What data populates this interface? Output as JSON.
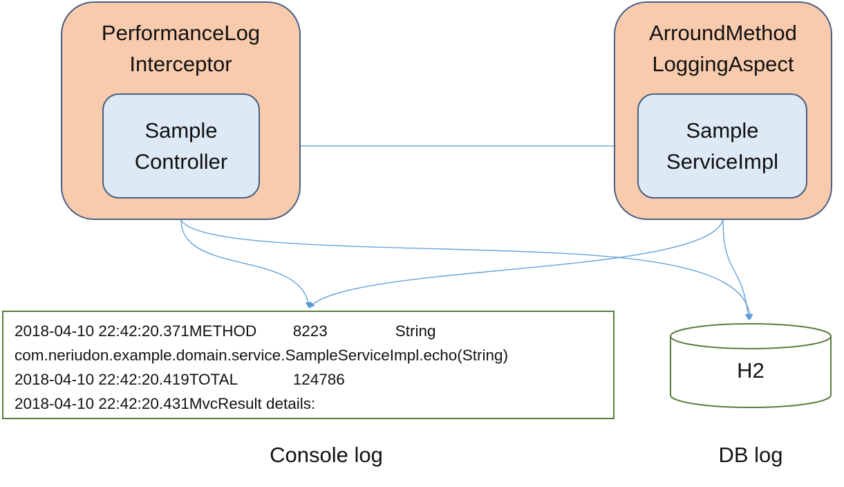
{
  "interceptor": {
    "title": "PerformanceLog\nInterceptor",
    "inner": "Sample\nController"
  },
  "aspect": {
    "title": "ArroundMethod\nLoggingAspect",
    "inner": "Sample\nServiceImpl"
  },
  "console": {
    "lines": [
      {
        "time": "2018-04-10 22:42:20.371",
        "type": "METHOD",
        "value": "8223",
        "extra": "String"
      },
      {
        "text": "com.neriudon.example.domain.service.SampleServiceImpl.echo(String)"
      },
      {
        "time": "2018-04-10 22:42:20.419",
        "type": "TOTAL",
        "value": "124786"
      },
      {
        "time": "2018-04-10 22:42:20.431",
        "type": "MvcResult details:"
      }
    ],
    "caption": "Console log"
  },
  "db": {
    "label": "H2",
    "caption": "DB log"
  },
  "colors": {
    "outer_fill": "#f8cbad",
    "inner_fill": "#dee9f6",
    "box_border": "#4a5f84",
    "console_border": "#5a7b3c",
    "arrow": "#5b9bd5"
  }
}
